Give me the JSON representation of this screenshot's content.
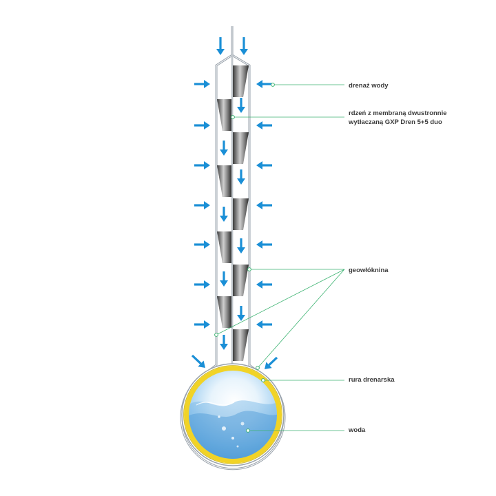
{
  "labels": {
    "drainage": "drenaż wody",
    "core_line1": "rdzeń z membraną dwustronnie",
    "core_line2": "wytłaczaną GXP Dren 5+5 duo",
    "geotextile": "geowłóknina",
    "pipe": "rura drenarska",
    "water": "woda"
  },
  "icons": {
    "flow_arrow": "arrow-icon",
    "core_cell": "cone-icon"
  },
  "colors": {
    "arrow": "#1a8fd6",
    "leader": "#3cb371",
    "outline": "#9aa3ac",
    "pipe_ring": "#f1d326",
    "water": "#8ec7ef"
  }
}
